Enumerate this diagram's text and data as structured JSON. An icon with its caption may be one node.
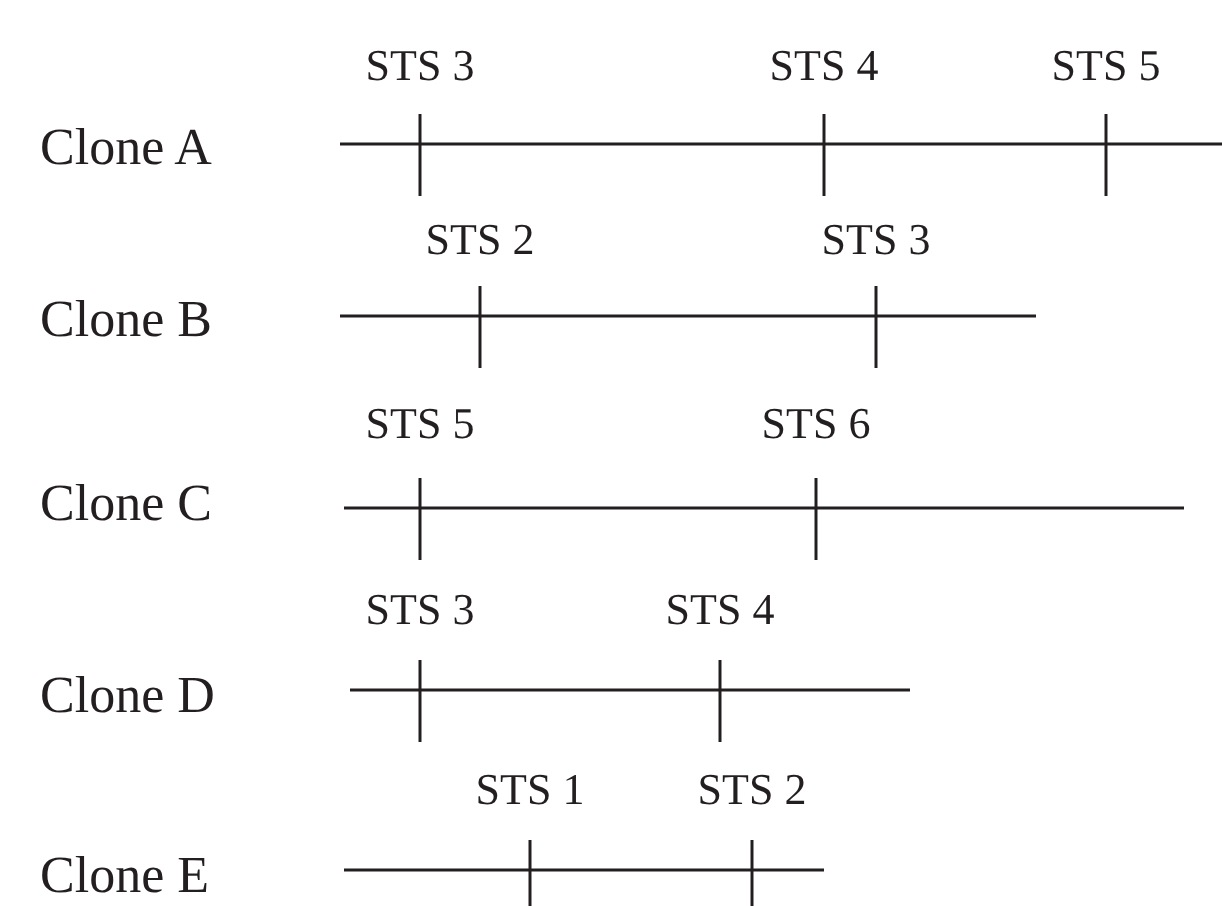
{
  "diagram": {
    "labels": [
      "STS 3",
      "STS 4",
      "STS 5",
      "Clone A",
      "STS 2",
      "STS 3",
      "Clone B",
      "STS 5",
      "STS 6",
      "Clone C",
      "STS 3",
      "STS 4",
      "Clone D",
      "STS 1",
      "STS 2",
      "Clone E"
    ]
  }
}
